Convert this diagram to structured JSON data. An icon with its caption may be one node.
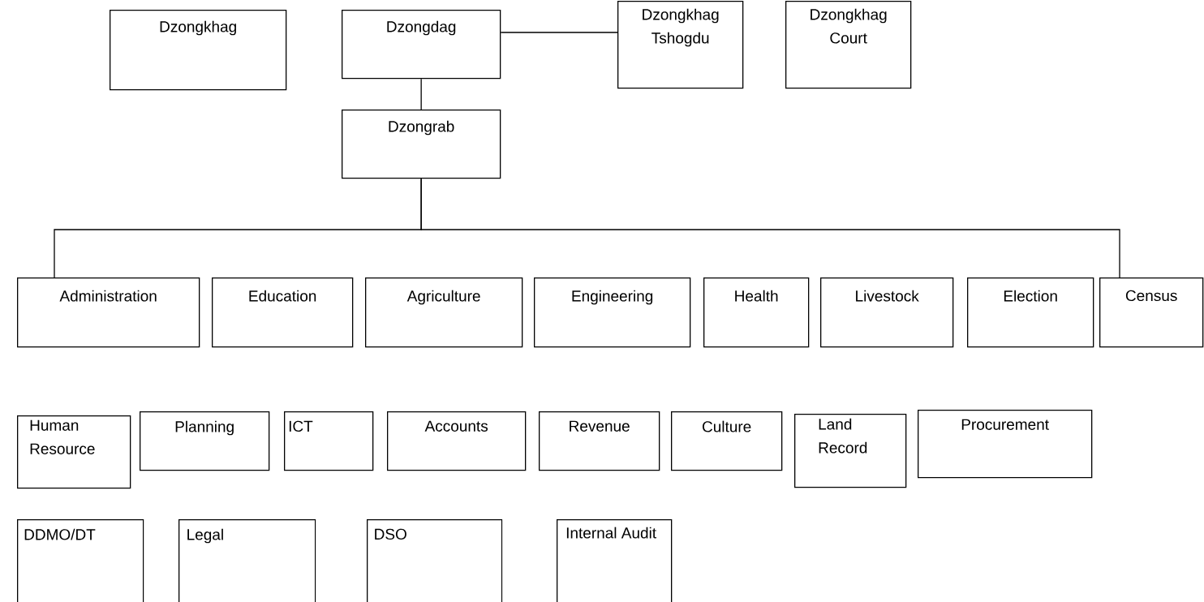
{
  "diagram": {
    "nodes": [
      {
        "text": [
          "Dzongkhag"
        ]
      },
      {
        "text": [
          "Dzongdag"
        ]
      },
      {
        "text": [
          "Dzongkhag Tshogdu"
        ]
      },
      {
        "text": [
          "Dzongkhag Court"
        ]
      },
      {
        "text": [
          "Dzongrab"
        ]
      },
      {
        "text": [
          "Administration"
        ]
      },
      {
        "text": [
          "Education"
        ]
      },
      {
        "text": [
          "Agriculture"
        ]
      },
      {
        "text": [
          "Engineering"
        ]
      },
      {
        "text": [
          "Health"
        ]
      },
      {
        "text": [
          "Livestock"
        ]
      },
      {
        "text": [
          "Election"
        ]
      },
      {
        "text": [
          "Census"
        ]
      },
      {
        "text": [
          "Human Resource"
        ]
      },
      {
        "text": [
          "Planning"
        ]
      },
      {
        "text": [
          "ICT"
        ]
      },
      {
        "text": [
          "Accounts"
        ]
      },
      {
        "text": [
          "Revenue"
        ]
      },
      {
        "text": [
          "Culture"
        ]
      },
      {
        "text": [
          "Land Record"
        ]
      },
      {
        "text": [
          "Procurement"
        ]
      },
      {
        "text": [
          "DDMO/DT"
        ]
      },
      {
        "text": [
          "Legal"
        ]
      },
      {
        "text": [
          "DSO"
        ]
      },
      {
        "text": [
          "Internal Audit"
        ]
      }
    ],
    "edges": [
      {
        "from": 1,
        "to": 2,
        "arrow": "none"
      },
      {
        "from": 1,
        "to": 4,
        "arrow": "none"
      },
      {
        "from": 4,
        "to": 5,
        "arrow": "none"
      },
      {
        "from": 4,
        "to": 12,
        "arrow": "none"
      }
    ]
  }
}
